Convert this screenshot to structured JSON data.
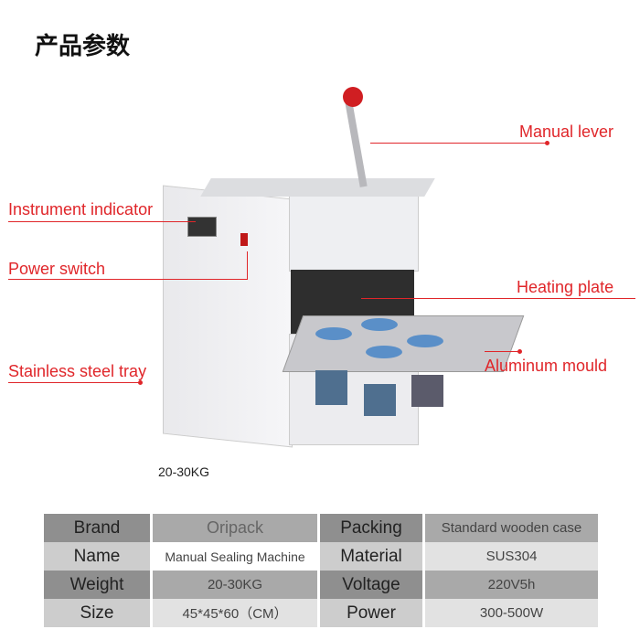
{
  "title": "产品参数",
  "callouts": {
    "manual_lever": "Manual lever",
    "instrument_indicator": "Instrument indicator",
    "power_switch": "Power switch",
    "heating_plate": "Heating plate",
    "stainless_steel_tray": "Stainless steel tray",
    "aluminum_mould": "Aluminum mould"
  },
  "weight_caption": "20-30KG",
  "specs": [
    {
      "k1": "Brand",
      "v1": "Oripack",
      "k2": "Packing",
      "v2": "Standard wooden case"
    },
    {
      "k1": "Name",
      "v1": "Manual Sealing Machine",
      "k2": "Material",
      "v2": "SUS304"
    },
    {
      "k1": "Weight",
      "v1": "20-30KG",
      "k2": "Voltage",
      "v2": "220V5h"
    },
    {
      "k1": "Size",
      "v1": "45*45*60（CM）",
      "k2": "Power",
      "v2": "300-500W"
    }
  ],
  "accent": "#e0262a"
}
